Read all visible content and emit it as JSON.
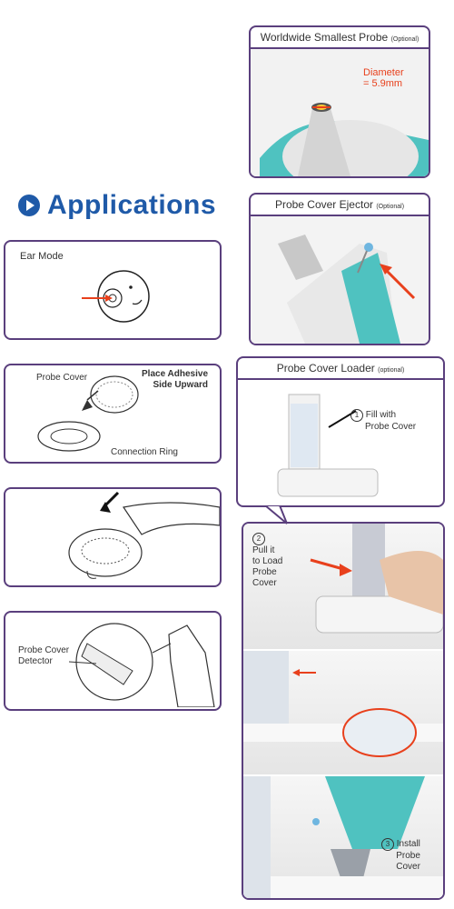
{
  "section": {
    "title": "Applications"
  },
  "smallest_probe": {
    "title": "Worldwide Smallest Probe",
    "title_note": "(Optional)",
    "diameter_label": "Diameter",
    "diameter_value": "= 5.9mm"
  },
  "ejector": {
    "title": "Probe Cover Ejector",
    "title_note": "(Optional)"
  },
  "loader": {
    "title": "Probe Cover Loader",
    "title_note": "(optional)"
  },
  "ear_mode": {
    "label": "Ear Mode"
  },
  "probe_cover": {
    "cover_label": "Probe Cover",
    "adhesive_line1": "Place Adhesive",
    "adhesive_line2": "Side Upward",
    "ring_label": "Connection Ring"
  },
  "detector": {
    "line1": "Probe Cover",
    "line2": "Detector"
  },
  "steps": [
    {
      "num": "1",
      "lines": [
        "Fill with",
        "Probe Cover"
      ]
    },
    {
      "num": "2",
      "lines": [
        "Pull it",
        "to Load",
        "Probe",
        "Cover"
      ]
    },
    {
      "num": "3",
      "lines": [
        "Install",
        "Probe",
        "Cover"
      ]
    }
  ],
  "colors": {
    "frame": "#5a3f7d",
    "heading": "#1f5aa8",
    "arrow": "#e8401c",
    "teal": "#4fc2c0"
  }
}
